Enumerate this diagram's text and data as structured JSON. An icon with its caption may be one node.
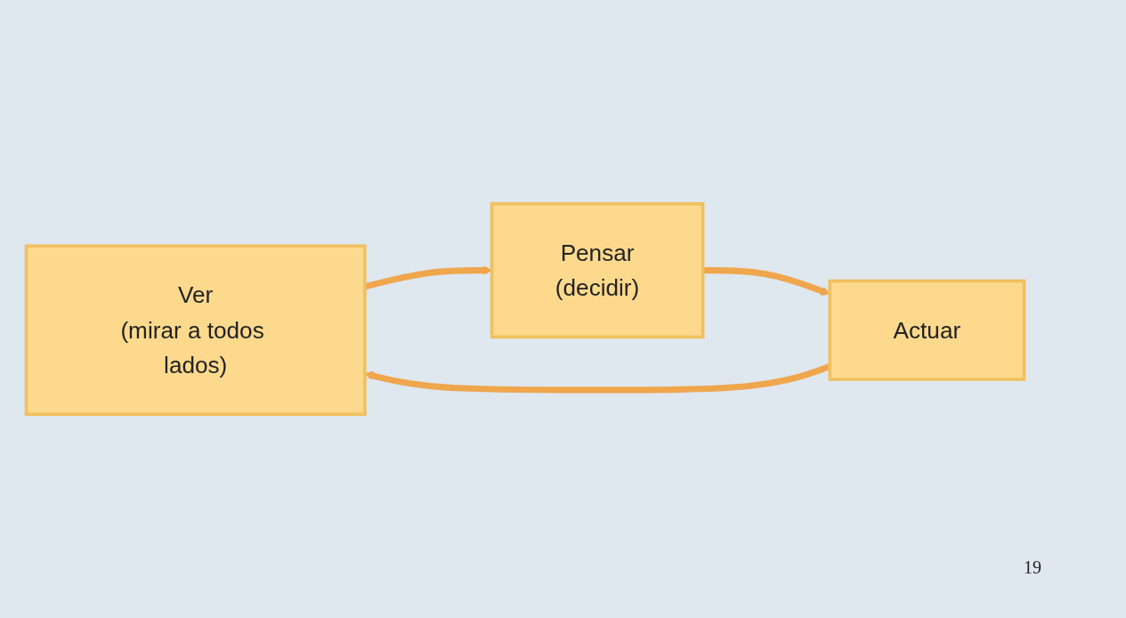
{
  "diagram": {
    "nodes": [
      {
        "text": [
          "Ver",
          "(mirar a todos lados)"
        ]
      },
      {
        "text": [
          "Pensar",
          "(decidir)"
        ]
      },
      {
        "text": [
          "Actuar"
        ]
      }
    ],
    "edges": [
      {
        "from": 0,
        "to": 1,
        "arrow": "to"
      },
      {
        "from": 1,
        "to": 2,
        "arrow": "to"
      },
      {
        "from": 2,
        "to": 0,
        "arrow": "to"
      }
    ],
    "labels": [
      "19"
    ]
  }
}
